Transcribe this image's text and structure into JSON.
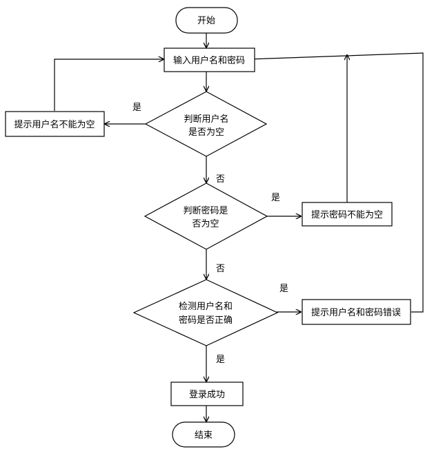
{
  "nodes": {
    "start": "开始",
    "input": "输入用户名和密码",
    "check_username_line1": "判断用户名",
    "check_username_line2": "是否为空",
    "username_empty": "提示用户名不能为空",
    "check_password_line1": "判断密码是",
    "check_password_line2": "否为空",
    "password_empty": "提示密码不能为空",
    "verify_line1": "检测用户名和",
    "verify_line2": "密码是否正确",
    "credentials_error": "提示用户名和密码错误",
    "login_success": "登录成功",
    "end": "结束"
  },
  "edge_labels": {
    "username_yes": "是",
    "username_no": "否",
    "password_yes": "是",
    "password_no": "否",
    "verify_yes_error": "是",
    "verify_yes_success": "是"
  }
}
